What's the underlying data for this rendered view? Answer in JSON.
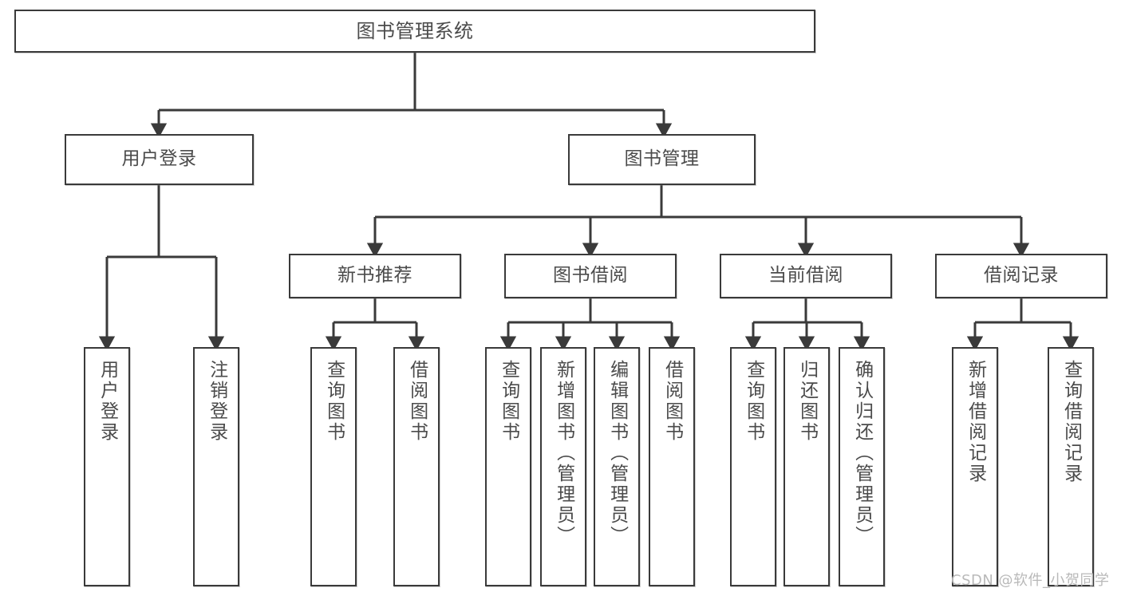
{
  "diagram": {
    "title": "图书管理系统",
    "watermark": "CSDN @软件_小贺同学",
    "stroke_color": "#3a3a3a",
    "text_color": "#4b4b4b",
    "background_color": "#ffffff"
  },
  "nodes": {
    "root": {
      "label": "图书管理系统"
    },
    "level2": [
      {
        "label": "用户登录"
      },
      {
        "label": "图书管理"
      }
    ],
    "level3": [
      {
        "label": "新书推荐"
      },
      {
        "label": "图书借阅"
      },
      {
        "label": "当前借阅"
      },
      {
        "label": "借阅记录"
      }
    ],
    "leaves_user_login": [
      {
        "label": "用户登录"
      },
      {
        "label": "注销登录"
      }
    ],
    "leaves_new_book": [
      {
        "label": "查询图书"
      },
      {
        "label": "借阅图书"
      }
    ],
    "leaves_borrow": [
      {
        "label": "查询图书"
      },
      {
        "label": "新增图书（管理员）"
      },
      {
        "label": "编辑图书（管理员）"
      },
      {
        "label": "借阅图书"
      }
    ],
    "leaves_current": [
      {
        "label": "查询图书"
      },
      {
        "label": "归还图书"
      },
      {
        "label": "确认归还（管理员）"
      }
    ],
    "leaves_records": [
      {
        "label": "新增借阅记录"
      },
      {
        "label": "查询借阅记录"
      }
    ]
  }
}
